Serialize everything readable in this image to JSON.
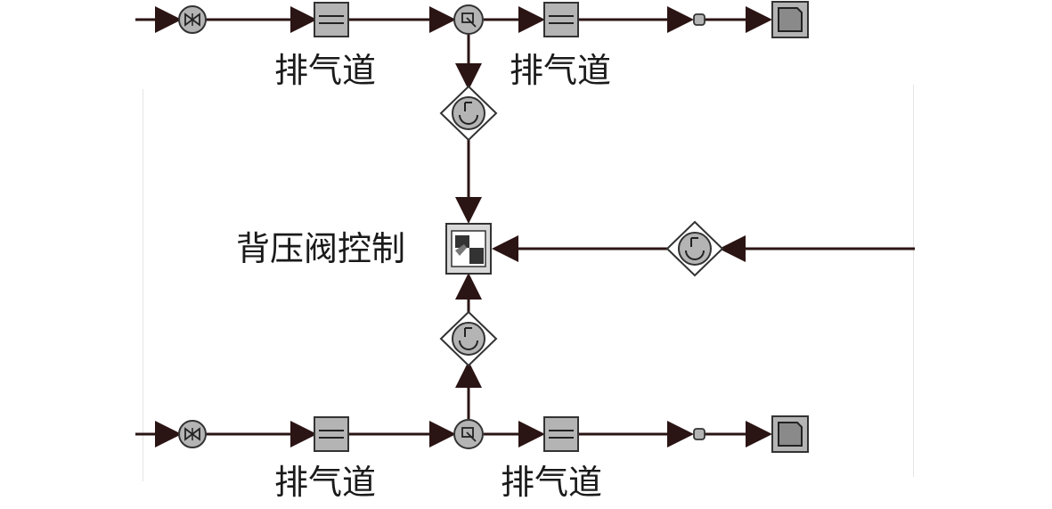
{
  "labels": {
    "top_duct_1": "排气道",
    "top_duct_2": "排气道",
    "control": "背压阀控制",
    "bottom_duct_1": "排气道",
    "bottom_duct_2": "排气道"
  },
  "colors": {
    "line": "#2b1414",
    "component_fill": "#b4b4b4",
    "component_stroke": "#444444"
  },
  "icons": {
    "valve": "throttle-valve-icon",
    "duct": "exhaust-duct-icon",
    "junction": "junction-icon",
    "sensor": "pressure-sensor-icon",
    "orifice": "orifice-icon",
    "boundary": "outlet-boundary-icon",
    "controller": "backpressure-controller-icon"
  }
}
